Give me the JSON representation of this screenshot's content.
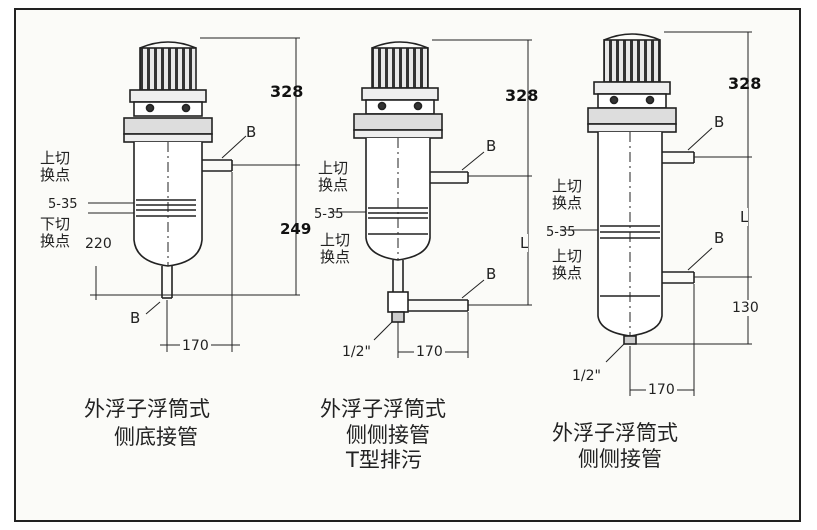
{
  "figures": [
    {
      "caption_line1": "外浮子浮筒式",
      "caption_line2": "侧底接管",
      "caption_line3": "",
      "labels": {
        "upper_switch": "上切\n换点",
        "range": "5-35",
        "lower_switch": "下切\n换点",
        "lower_val": "220",
        "b_side": "B",
        "b_bottom": "B"
      },
      "dims": {
        "top": "328",
        "middle": "249",
        "width": "170"
      }
    },
    {
      "caption_line1": "外浮子浮筒式",
      "caption_line2": "侧侧接管",
      "caption_line3": "T型排污",
      "labels": {
        "upper_switch": "上切\n换点",
        "range": "5-35",
        "lower_switch": "上切\n换点",
        "b_top": "B",
        "b_bottom": "B",
        "drain": "1/2\""
      },
      "dims": {
        "top": "328",
        "middle": "L",
        "width": "170"
      }
    },
    {
      "caption_line1": "外浮子浮筒式",
      "caption_line2": "侧侧接管",
      "caption_line3": "",
      "labels": {
        "upper_switch": "上切\n换点",
        "range": "5-35",
        "lower_switch": "上切\n换点",
        "b_top": "B",
        "b_bottom": "B",
        "drain": "1/2\""
      },
      "dims": {
        "top": "328",
        "middle": "L",
        "bottom": "130",
        "width": "170"
      }
    }
  ]
}
